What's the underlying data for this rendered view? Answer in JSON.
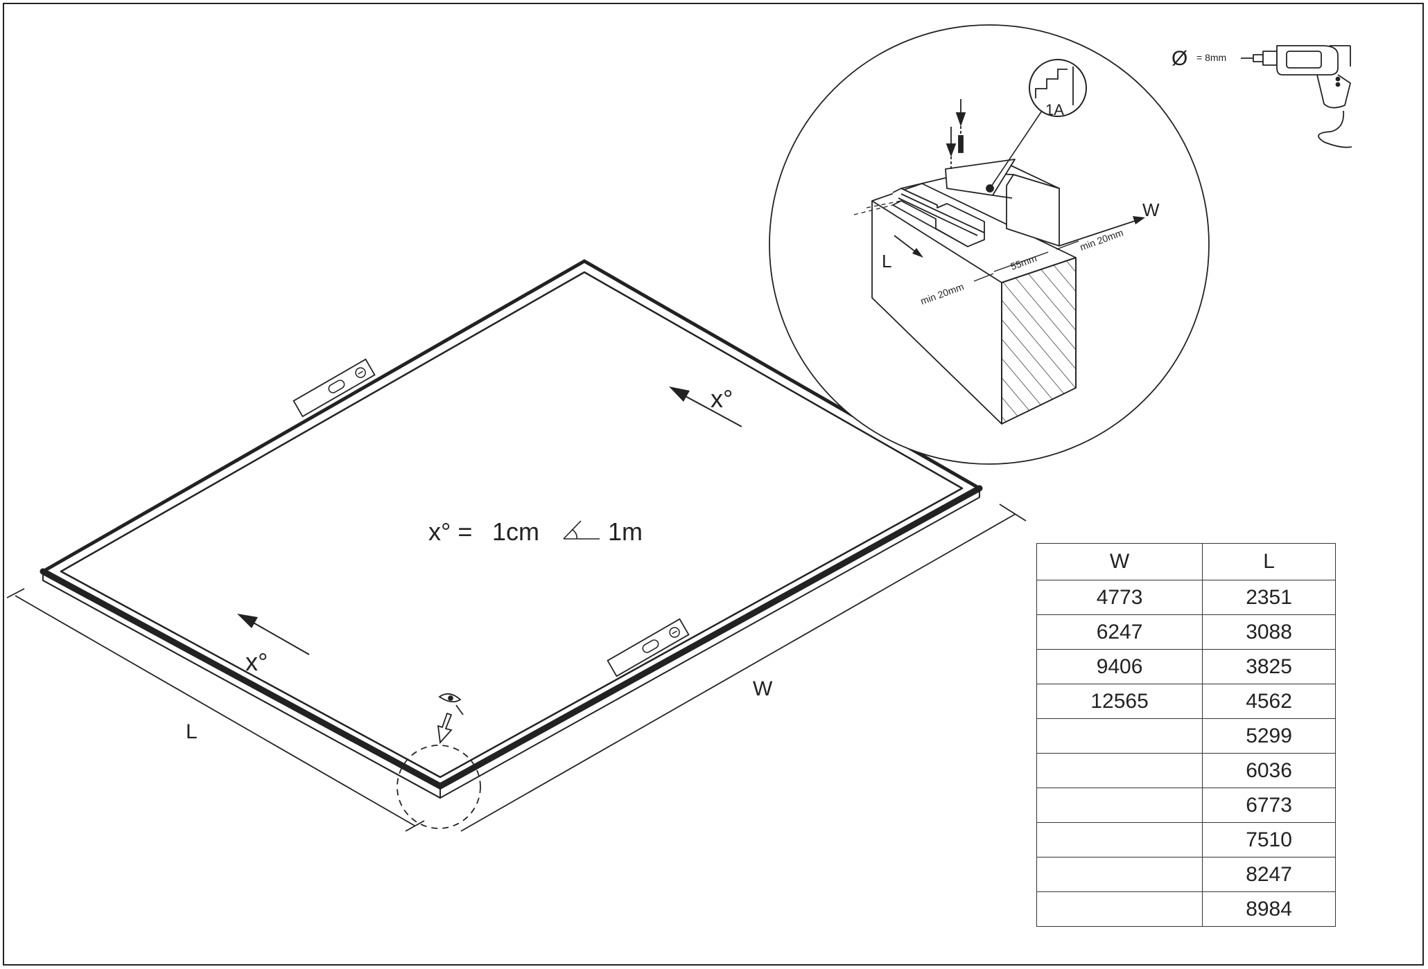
{
  "main_plan": {
    "label_w": "W",
    "label_l": "L",
    "slope_arrow_label": "x°",
    "slope_rule": {
      "lhs": "x° =",
      "rise": "1cm",
      "run": "1m"
    }
  },
  "detail": {
    "callout_ref": "1A",
    "label_w": "W",
    "label_l": "L",
    "dim_center": "55mm",
    "dim_left": "min 20mm",
    "dim_right": "min 20mm"
  },
  "tool": {
    "symbol": "Ø",
    "drill_size": "= 8mm"
  },
  "dimension_table": {
    "headers": [
      "W",
      "L"
    ],
    "rows": [
      [
        "4773",
        "2351"
      ],
      [
        "6247",
        "3088"
      ],
      [
        "9406",
        "3825"
      ],
      [
        "12565",
        "4562"
      ],
      [
        "",
        "5299"
      ],
      [
        "",
        "6036"
      ],
      [
        "",
        "6773"
      ],
      [
        "",
        "7510"
      ],
      [
        "",
        "8247"
      ],
      [
        "",
        "8984"
      ]
    ]
  }
}
